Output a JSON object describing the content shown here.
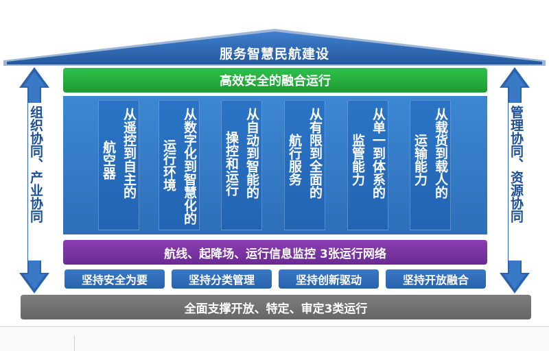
{
  "roof": {
    "title": "服务智慧民航建设",
    "color": "#2b62ad"
  },
  "top_bar": {
    "label": "高效安全的融合运行",
    "color": "#23a83b"
  },
  "columns": [
    {
      "line1": "从遥控到自主的",
      "line2": "航空器"
    },
    {
      "line1": "从数字化到智慧化的",
      "line2": "运行环境"
    },
    {
      "line1": "从自动到智能的",
      "line2": "操控和运行"
    },
    {
      "line1": "从有限到全面的",
      "line2": "航行服务"
    },
    {
      "line1": "从单一到体系的",
      "line2": "监管能力"
    },
    {
      "line1": "从载货到载人的",
      "line2": "运输能力"
    }
  ],
  "middle_bar": {
    "label": "航线、起降场、运行信息监控 3张运行网络",
    "color": "#7b35a3"
  },
  "principles": [
    {
      "label": "坚持安全为要"
    },
    {
      "label": "坚持分类管理"
    },
    {
      "label": "坚持创新驱动"
    },
    {
      "label": "坚持开放融合"
    }
  ],
  "base_bar": {
    "label": "全面支撑开放、特定、审定3类运行",
    "color": "#737373"
  },
  "left_arrow": {
    "part1": "组织协同",
    "separator": "、",
    "part2": "产业协同",
    "color": "#2b62ad"
  },
  "right_arrow": {
    "part1": "管理协同",
    "separator": "、",
    "part2": "资源协同",
    "color": "#2b62ad"
  }
}
